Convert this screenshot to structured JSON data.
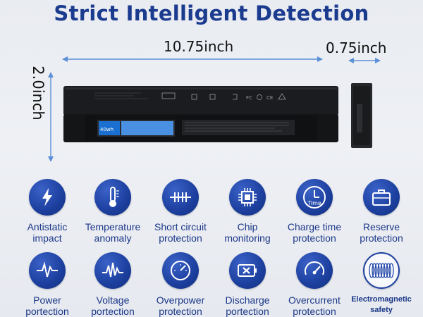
{
  "title": "Strict Intelligent Detection",
  "dimensions": {
    "length": "10.75inch",
    "depth": "0.75inch",
    "height": "2.0inch"
  },
  "battery_label": {
    "capacity": "40wh"
  },
  "colors": {
    "primary": "#1b3b8f",
    "icon_bg": "#1c3f9e",
    "dimension_line": "#5b8fd6"
  },
  "features": [
    {
      "icon": "lightning-icon",
      "label": "Antistatic\nimpact"
    },
    {
      "icon": "thermometer-icon",
      "label": "Temperature\nanomaly"
    },
    {
      "icon": "short-circuit-icon",
      "label": "Short circuit\nprotection"
    },
    {
      "icon": "chip-icon",
      "label": "Chip\nmonitoring"
    },
    {
      "icon": "clock-icon",
      "label": "Charge time\nprotection",
      "icon_text": "Time"
    },
    {
      "icon": "briefcase-icon",
      "label": "Reserve\nprotection"
    },
    {
      "icon": "pulse-icon",
      "label": "Power\nportection"
    },
    {
      "icon": "voltage-wave-icon",
      "label": "Voltage\nportection"
    },
    {
      "icon": "gauge-icon",
      "label": "Overpower\nprotection"
    },
    {
      "icon": "battery-x-icon",
      "label": "Discharge\nportection"
    },
    {
      "icon": "overcurrent-gauge-icon",
      "label": "Overcurrent\nprotection"
    },
    {
      "icon": "coil-icon",
      "label": "Electromagnetic\nsafety"
    }
  ]
}
